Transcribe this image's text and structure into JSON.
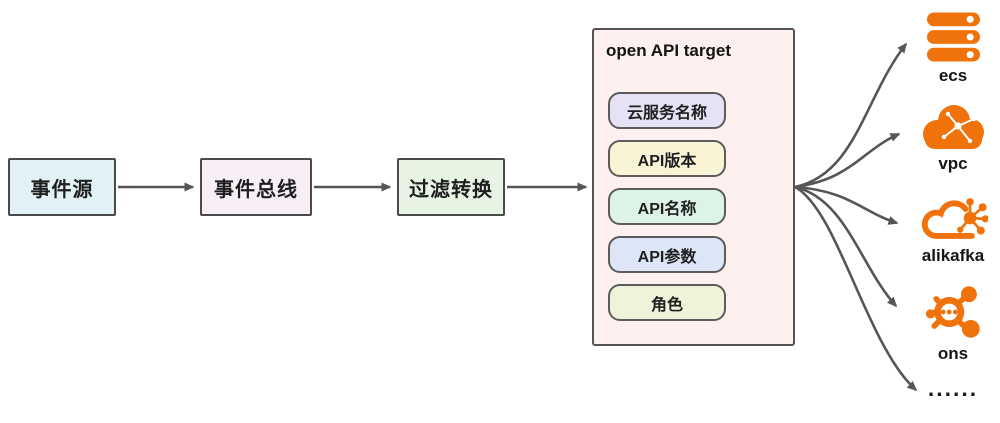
{
  "flow": {
    "boxes": [
      {
        "label": "事件源"
      },
      {
        "label": "事件总线"
      },
      {
        "label": "过滤转换"
      }
    ]
  },
  "target_panel": {
    "title": "open API target",
    "pills": [
      {
        "label": "云服务名称",
        "bg": "#e7e1f6"
      },
      {
        "label": "API版本",
        "bg": "#faf4d6"
      },
      {
        "label": "API名称",
        "bg": "#ddf3e8"
      },
      {
        "label": "API参数",
        "bg": "#dde6f7"
      },
      {
        "label": "角色",
        "bg": "#eef3da"
      }
    ]
  },
  "targets": [
    {
      "label": "ecs",
      "icon": "server-stack-icon"
    },
    {
      "label": "vpc",
      "icon": "cloud-network-icon"
    },
    {
      "label": "alikafka",
      "icon": "cloud-hub-icon"
    },
    {
      "label": "ons",
      "icon": "node-cluster-icon"
    },
    {
      "label": "......",
      "icon": "ellipsis"
    }
  ],
  "colors": {
    "service_orange": "#F0720B",
    "arrow_gray": "#565656",
    "box_border": "#4a4a4b",
    "event_source_bg": "#e1f1f6",
    "event_bus_bg": "#f8eef6",
    "filter_transform_bg": "#e7f4e3",
    "panel_bg": "#fdf0ee"
  }
}
